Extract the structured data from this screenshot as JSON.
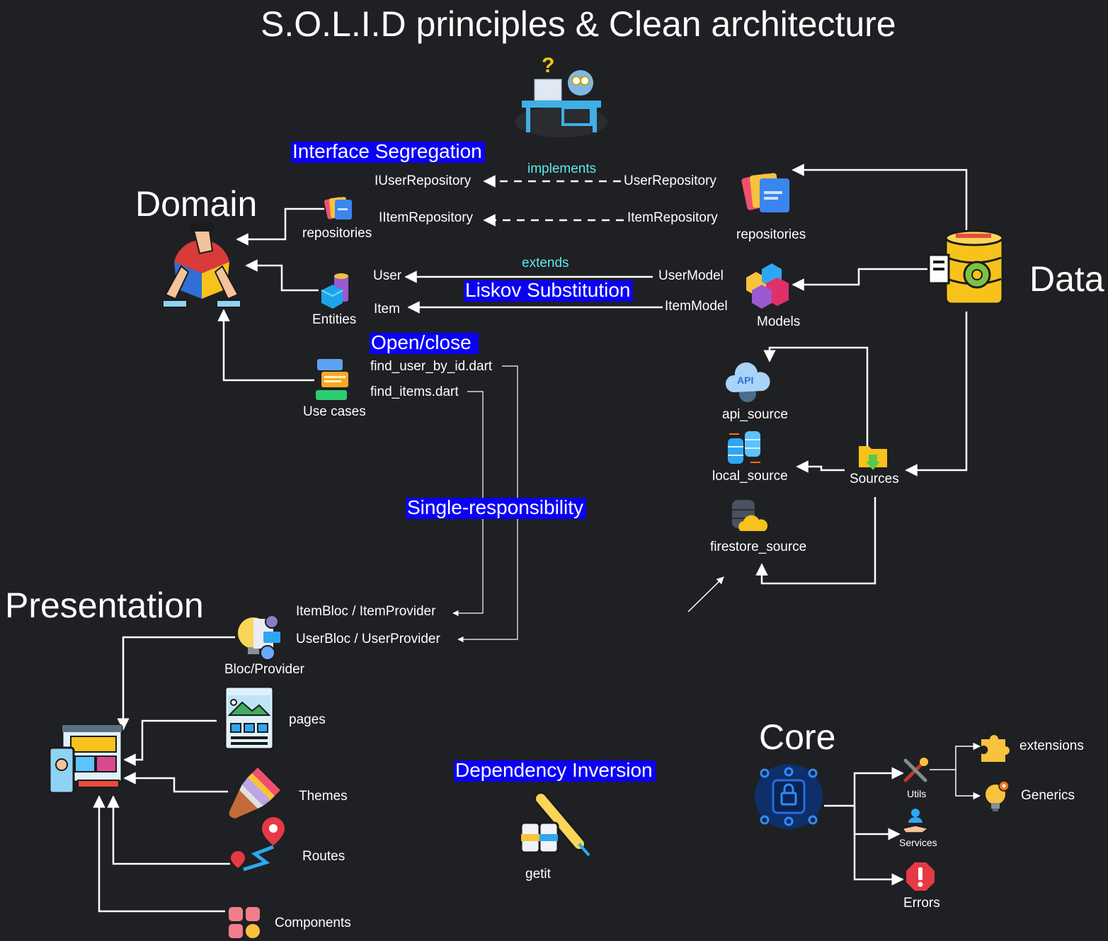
{
  "title": "S.O.L.I.D principles & Clean architecture",
  "sections": {
    "domain": "Domain",
    "data": "Data",
    "presentation": "Presentation",
    "core": "Core"
  },
  "principles": {
    "interface_segregation": "Interface Segregation",
    "liskov_substitution": "Liskov Substitution",
    "open_close": "Open/close",
    "single_responsibility": "Single-responsibility",
    "dependency_inversion": "Dependency Inversion"
  },
  "relations": {
    "implements": "implements",
    "extends": "extends"
  },
  "domain": {
    "repositories": "repositories",
    "entities": "Entities",
    "use_cases": "Use cases",
    "i_user_repository": "IUserRepository",
    "i_item_repository": "IItemRepository",
    "user": "User",
    "item": "Item",
    "find_user_by_id": "find_user_by_id.dart",
    "find_items": "find_items.dart"
  },
  "data": {
    "user_repository": "UserRepository",
    "item_repository": "ItemRepository",
    "repositories": "repositories",
    "user_model": "UserModel",
    "item_model": "ItemModel",
    "models": "Models",
    "api_source": "api_source",
    "local_source": "local_source",
    "firestore_source": "firestore_source",
    "sources": "Sources"
  },
  "presentation": {
    "item_bloc": "ItemBloc / ItemProvider",
    "user_bloc": "UserBloc / UserProvider",
    "bloc_provider": "Bloc/Provider",
    "pages": "pages",
    "themes": "Themes",
    "routes": "Routes",
    "components": "Components"
  },
  "di": {
    "getit": "getit"
  },
  "core": {
    "utils": "Utils",
    "services": "Services",
    "errors": "Errors",
    "extensions": "extensions",
    "generics": "Generics"
  },
  "icons": [
    "developer-desk-icon",
    "repositories-folder-icon",
    "domain-hands-icon",
    "entities-cubes-icon",
    "use-cases-icon",
    "database-gear-icon",
    "models-cubes-icon",
    "api-cloud-icon",
    "local-db-icon",
    "sources-folder-icon",
    "firestore-icon",
    "bloc-bulb-icon",
    "pages-layout-icon",
    "ui-screen-icon",
    "paint-brush-icon",
    "route-pin-icon",
    "components-grid-icon",
    "syringe-icon",
    "chip-lock-icon",
    "tools-icon",
    "services-hand-icon",
    "error-icon",
    "puzzle-icon",
    "gear-bulb-icon"
  ]
}
